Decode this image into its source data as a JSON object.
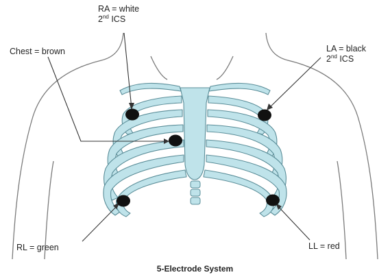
{
  "labels": {
    "ra": {
      "name": "RA =  white",
      "pos_prefix": "2",
      "pos_sup": "nd",
      "pos_suffix": " ICS"
    },
    "la": {
      "name": "LA =  black",
      "pos_prefix": "2",
      "pos_sup": "nd",
      "pos_suffix": " ICS"
    },
    "chest": "Chest = brown",
    "rl": "RL =  green",
    "ll": "LL =  red"
  },
  "caption": "5-Electrode System",
  "colors": {
    "bone_fill": "#bfe3ea",
    "bone_stroke": "#5a8d98",
    "electrode": "#111111",
    "body_outline": "#7a7a7a"
  },
  "electrodes": [
    "RA",
    "LA",
    "Chest",
    "RL",
    "LL"
  ]
}
